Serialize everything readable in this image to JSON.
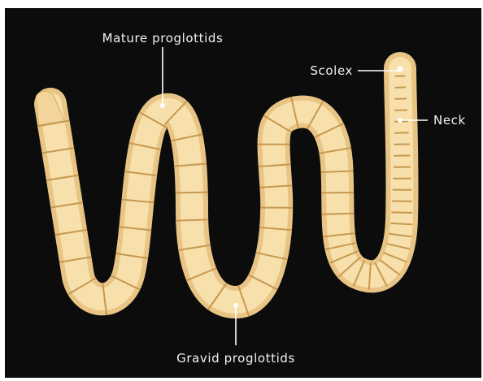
{
  "diagram": {
    "background_color": "#0c0c0c",
    "worm_color": "#f3d49a",
    "segment_line_color": "#c89a52",
    "pointer_color": "#ffffff",
    "labels": {
      "mature": "Mature proglottids",
      "gravid": "Gravid proglottids",
      "scolex": "Scolex",
      "neck": "Neck"
    }
  }
}
